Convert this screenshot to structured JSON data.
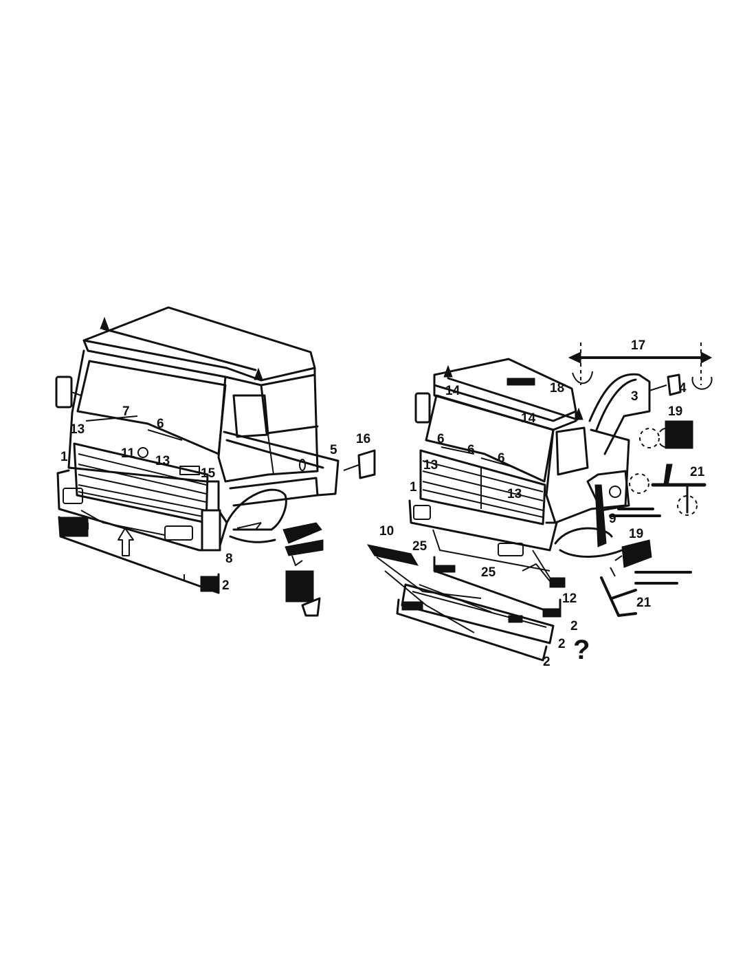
{
  "left_labels": {
    "l1": "13",
    "l2": "7",
    "l3": "6",
    "l4": "1",
    "l5": "11",
    "l6": "13",
    "l7": "15",
    "l8": "5",
    "l9": "16",
    "l10": "8",
    "l11": "2"
  },
  "right_labels": {
    "r1": "14",
    "r2": "18",
    "r3": "17",
    "r4": "3",
    "r5": "4",
    "r6": "19",
    "r7": "14",
    "r8": "6",
    "r9": "6",
    "r10": "6",
    "r11": "13",
    "r12": "1",
    "r13": "13",
    "r14": "21",
    "r15": "9",
    "r16": "10",
    "r17": "25",
    "r18": "25",
    "r19": "19",
    "r20": "12",
    "r21": "2",
    "r22": "2",
    "r23": "2",
    "r24": "21",
    "r25": "?"
  }
}
